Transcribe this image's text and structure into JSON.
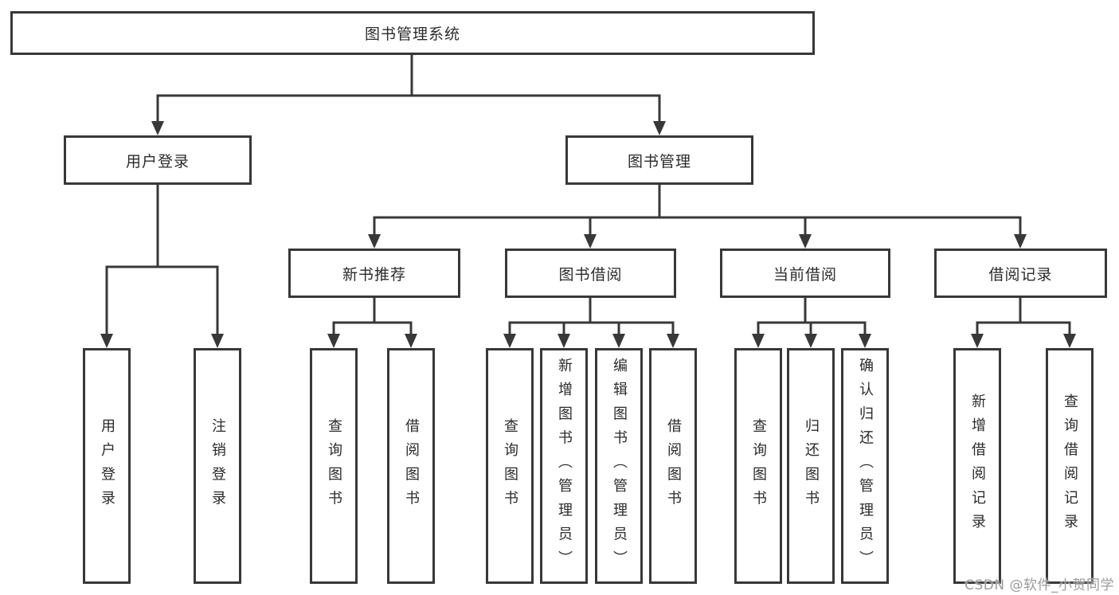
{
  "diagram": {
    "root": {
      "label": "图书管理系统"
    },
    "level2": [
      {
        "label": "用户登录"
      },
      {
        "label": "图书管理"
      }
    ],
    "level3": [
      {
        "label": "新书推荐"
      },
      {
        "label": "图书借阅"
      },
      {
        "label": "当前借阅"
      },
      {
        "label": "借阅记录"
      }
    ],
    "leaves": [
      {
        "label": "用户登录"
      },
      {
        "label": "注销登录"
      },
      {
        "label": "查询图书"
      },
      {
        "label": "借阅图书"
      },
      {
        "label": "查询图书"
      },
      {
        "label": "新增图书（管理员）"
      },
      {
        "label": "编辑图书（管理员）"
      },
      {
        "label": "借阅图书"
      },
      {
        "label": "查询图书"
      },
      {
        "label": "归还图书"
      },
      {
        "label": "确认归还（管理员）"
      },
      {
        "label": "新增借阅记录"
      },
      {
        "label": "查询借阅记录"
      }
    ]
  },
  "watermark": {
    "text": "CSDN @软件_小贺同学"
  },
  "colors": {
    "line": "#383838",
    "text": "#2b2b2b",
    "watermark": "#9b9b9f",
    "background": "#ffffff"
  }
}
